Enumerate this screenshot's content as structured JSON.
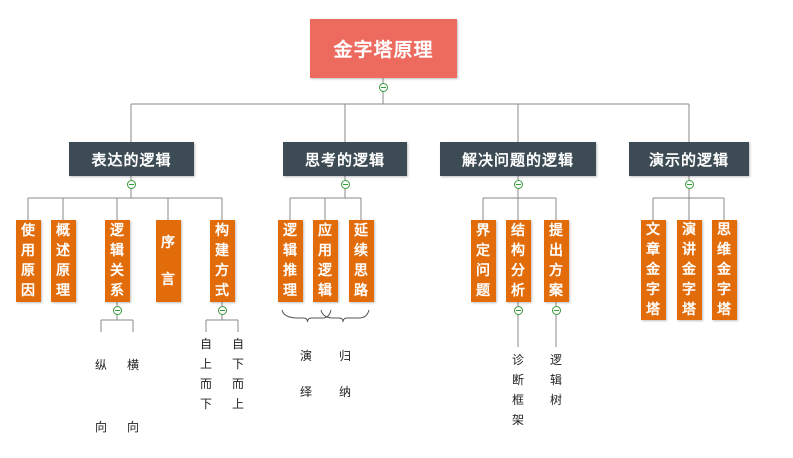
{
  "root": {
    "label": "金字塔原理"
  },
  "categories": [
    {
      "label": "表达的逻辑",
      "children": [
        {
          "label": "使用原因"
        },
        {
          "label": "概述原理"
        },
        {
          "label": "逻辑关系",
          "details": [
            "纵向",
            "横向"
          ]
        },
        {
          "label": "序言"
        },
        {
          "label": "构建方式",
          "details": [
            "自上而下",
            "自下而上"
          ]
        }
      ]
    },
    {
      "label": "思考的逻辑",
      "children": [
        {
          "label": "逻辑推理"
        },
        {
          "label": "应用逻辑"
        },
        {
          "label": "延续思路"
        }
      ],
      "notes": [
        "演绎",
        "归纳"
      ]
    },
    {
      "label": "解决问题的逻辑",
      "children": [
        {
          "label": "界定问题"
        },
        {
          "label": "结构分析",
          "details": [
            "诊断框架"
          ]
        },
        {
          "label": "提出方案",
          "details": [
            "逻辑树"
          ]
        }
      ]
    },
    {
      "label": "演示的逻辑",
      "children": [
        {
          "label": "文章金字塔"
        },
        {
          "label": "演讲金字塔"
        },
        {
          "label": "思维金字塔"
        }
      ]
    }
  ],
  "colors": {
    "root": "#ec6a5e",
    "category": "#3d4b55",
    "leaf": "#e36c0a",
    "connector": "#8a8a8a",
    "toggle": "#3a9a3a"
  }
}
